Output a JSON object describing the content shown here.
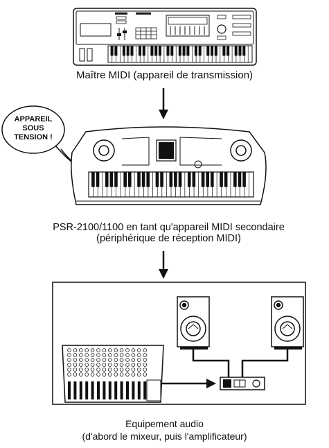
{
  "master": {
    "caption": "Maître MIDI (appareil de transmission)"
  },
  "bubble": {
    "line1": "APPAREIL",
    "line2": "SOUS",
    "line3": "TENSION !"
  },
  "slave": {
    "caption_line1": "PSR-2100/1100 en tant qu'appareil MIDI secondaire",
    "caption_line2": "(périphérique de réception MIDI)"
  },
  "audio": {
    "caption_line1": "Equipement audio",
    "caption_line2": "(d'abord le mixeur, puis l'amplificateur)"
  }
}
